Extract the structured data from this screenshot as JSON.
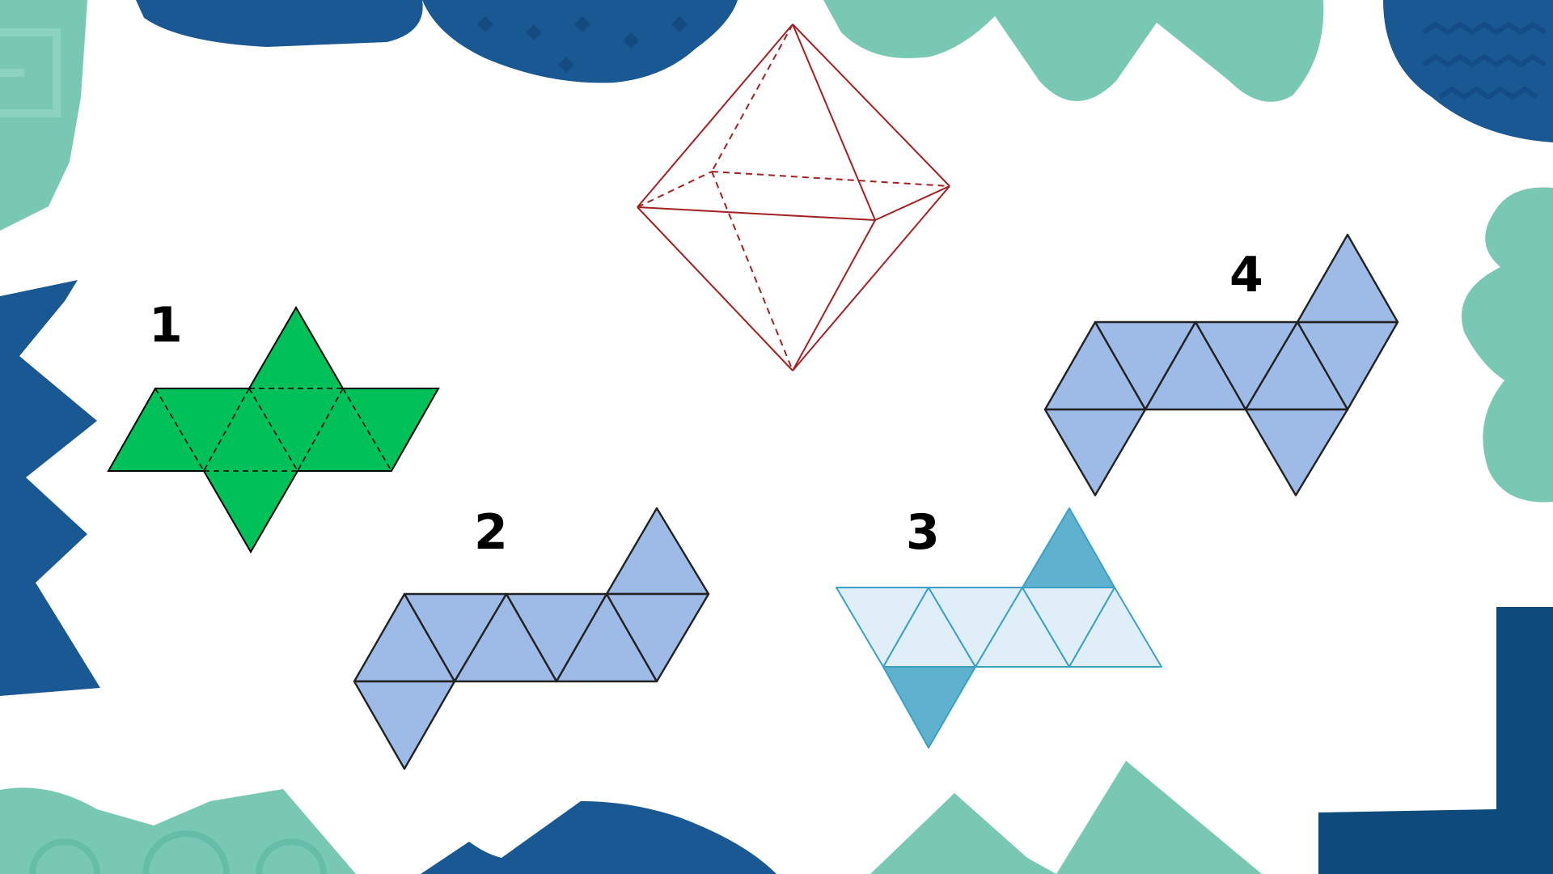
{
  "slide": {
    "nets": [
      {
        "label": "1",
        "fill": "#00c05a",
        "inner_edges": "dashed"
      },
      {
        "label": "2",
        "fill": "#9dbbe6",
        "inner_edges": "solid"
      },
      {
        "label": "3",
        "fill": "#e0eef8",
        "accent_fill": "#5fb1cd",
        "stroke": "#3aa0c8"
      },
      {
        "label": "4",
        "fill": "#9dbbe6",
        "inner_edges": "solid"
      }
    ],
    "octahedron": {
      "stroke": "#a32020",
      "hidden_edges": "dashed"
    },
    "decor_colors": {
      "dark_blue": "#1a5894",
      "navy": "#0e4a7c",
      "teal": "#78c8b4"
    }
  }
}
